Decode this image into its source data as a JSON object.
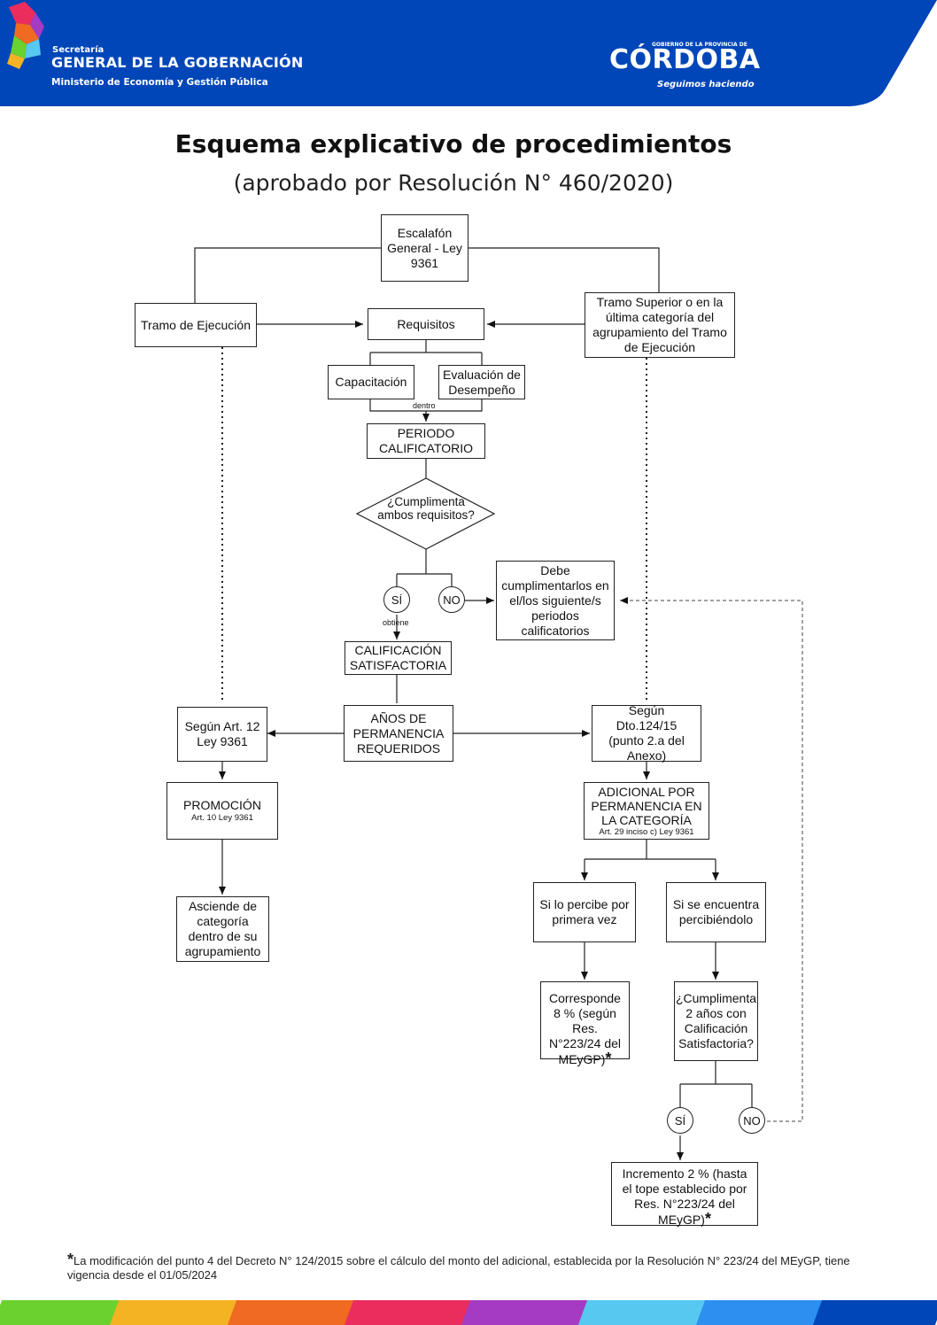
{
  "header": {
    "secretaria_small": "Secretaría",
    "secretaria_big": "GENERAL DE LA GOBERNACIÓN",
    "ministerio": "Ministerio de Economía y Gestión Pública",
    "cordoba_small": "GOBIERNO DE LA PROVINCIA DE",
    "cordoba_big": "CÓRDOBA",
    "cordoba_slogan": "Seguimos haciendo",
    "color_bg": "#0046b8"
  },
  "title": "Esquema explicativo de procedimientos",
  "subtitle": "(aprobado por Resolución N° 460/2020)",
  "flow": {
    "escalafon": "Escalafón General - Ley 9361",
    "tramo_ejecucion": "Tramo de Ejecución",
    "requisitos": "Requisitos",
    "tramo_superior": "Tramo Superior o en la última categoría del agrupamiento del Tramo de Ejecución",
    "capacitacion": "Capacitación",
    "evaluacion": "Evaluación de Desempeño",
    "dentro": "dentro",
    "periodo": "PERIODO CALIFICATORIO",
    "cumplimenta": "¿Cumplimenta ambos requisitos?",
    "si": "SÍ",
    "no": "NO",
    "obtiene": "obtiene",
    "debe": "Debe cumplimentarlos en el/los siguiente/s periodos calificatorios",
    "calificacion": "CALIFICACIÓN SATISFACTORIA",
    "anios": "AÑOS DE PERMANENCIA REQUERIDOS",
    "segun_art": "Según Art. 12 Ley 9361",
    "segun_dto": "Según Dto.124/15 (punto 2.a del Anexo)",
    "promocion": "PROMOCIÓN",
    "promocion_sub": "Art. 10 Ley 9361",
    "adicional": "ADICIONAL POR PERMANENCIA EN LA CATEGORÍA",
    "adicional_sub": "Art. 29 inciso c) Ley 9361",
    "asciende": "Asciende de categoría dentro de su agrupamiento",
    "primera_vez": "Si lo percibe por primera vez",
    "percibiendolo": "Si se encuentra percibiéndolo",
    "corresponde": "Corresponde 8 % (según Res. N°223/24 del MEyGP)",
    "cumplimenta2": "¿Cumplimenta 2 años con Calificación Satisfactoria?",
    "si2": "SÍ",
    "no2": "NO",
    "incremento": "Incremento 2 % (hasta el tope establecido por Res. N°223/24 del MEyGP)",
    "asterisk": "*"
  },
  "footnote": {
    "star": "*",
    "text": "La modificación del punto 4 del Decreto N° 124/2015 sobre el cálculo del monto del adicional, establecida por la Resolución N° 223/24 del MEyGP, tiene vigencia desde el 01/05/2024"
  },
  "stripe_colors": [
    "#6ad12e",
    "#f4b323",
    "#f06a21",
    "#ea2d5d",
    "#a43bc2",
    "#57c8f0",
    "#2d8ff0",
    "#0046b8"
  ]
}
